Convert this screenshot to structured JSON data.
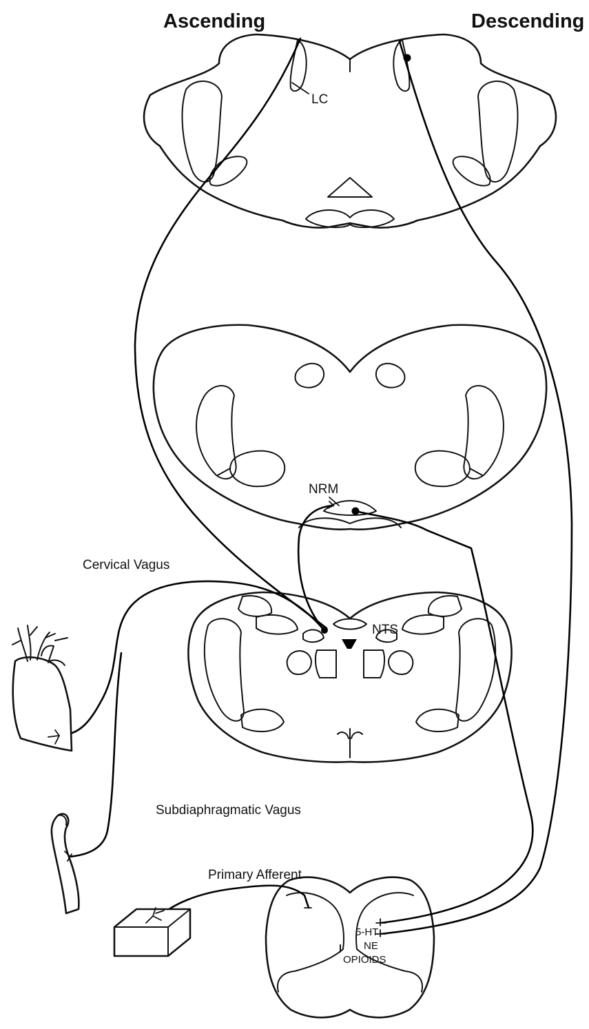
{
  "headers": {
    "ascending": "Ascending",
    "descending": "Descending"
  },
  "structure_labels": {
    "lc": "LC",
    "nrm": "NRM",
    "nts": "NTS"
  },
  "pathway_labels": {
    "cervical_vagus": "Cervical Vagus",
    "subdiaphragmatic_vagus": "Subdiaphragmatic Vagus",
    "primary_afferent": "Primary Afferent"
  },
  "neurotransmitters": [
    "5-HT",
    "NE",
    "OPIOIDS"
  ],
  "colors": {
    "line": "#111111",
    "background": "#ffffff"
  }
}
